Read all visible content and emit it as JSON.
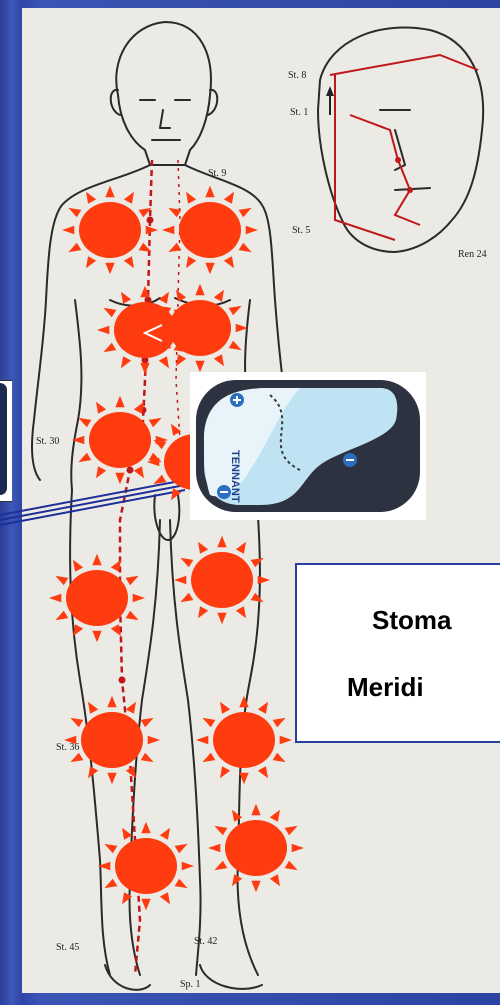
{
  "caption": {
    "line1": "Stoma",
    "line2": "Meridi"
  },
  "point_labels": {
    "st8": "St. 8",
    "st1": "St. 1",
    "st9": "St. 9",
    "st5": "St. 5",
    "ren24": "Ren 24",
    "st30": "St. 30",
    "st36": "St. 36",
    "st45": "St. 45",
    "st42": "St. 42",
    "sp1": "Sp. 1"
  },
  "device": {
    "brand": "TENNANT"
  },
  "colors": {
    "background": "#3348a8",
    "sunburst": "#ff3b10",
    "meridian_line": "#c0181a",
    "device_blue": "#2a6fbf"
  },
  "icons": [
    "sunburst-icon",
    "plus-icon",
    "minus-icon"
  ]
}
